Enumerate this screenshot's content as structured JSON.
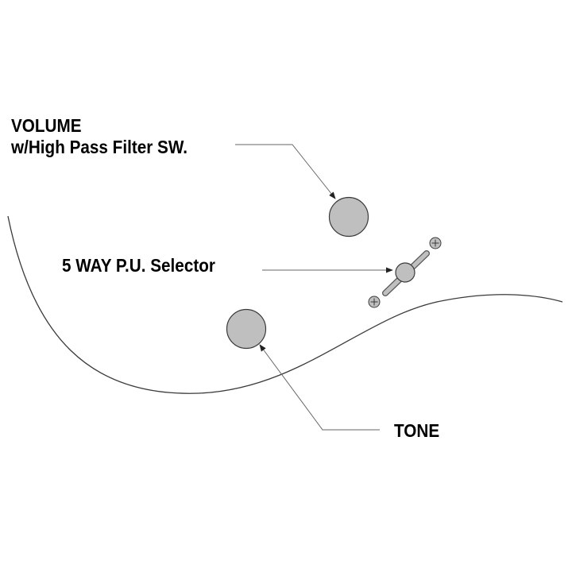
{
  "labels": {
    "volume_line1": "VOLUME",
    "volume_line2": "w/High Pass Filter SW.",
    "selector": "5 WAY P.U. Selector",
    "tone": "TONE"
  },
  "colors": {
    "knob_fill": "#bfbfbf",
    "outline": "#3a3a3a",
    "leader": "#666666",
    "background": "#ffffff"
  },
  "icons": [
    "volume-knob",
    "tone-knob",
    "selector-switch",
    "mounting-screw"
  ]
}
